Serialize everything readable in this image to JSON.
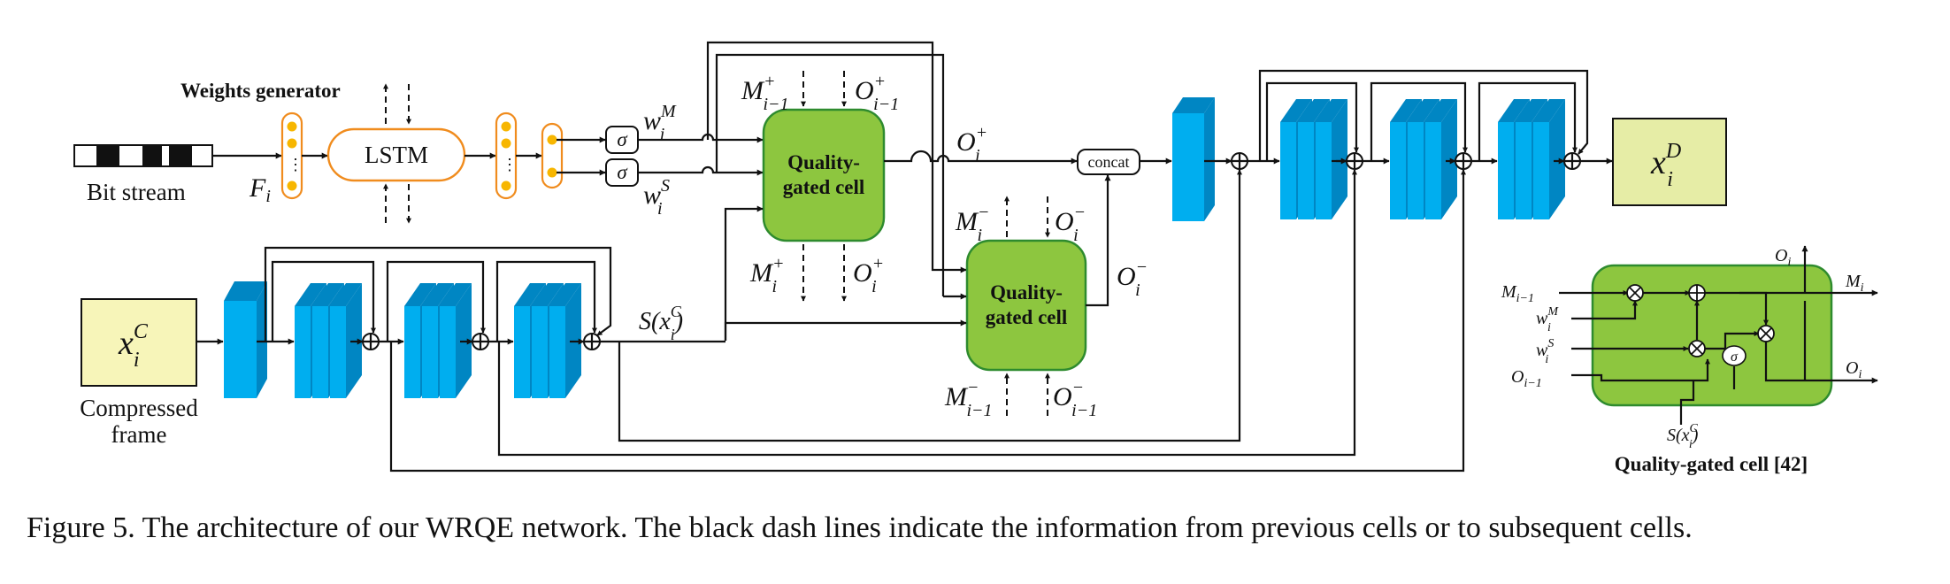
{
  "labels": {
    "weights_generator": "Weights generator",
    "lstm": "LSTM",
    "bit_stream": "Bit stream",
    "f_i": "F",
    "f_i_sub": "i",
    "sigma": "σ",
    "w_m": "w",
    "w_m_sub": "i",
    "w_m_sup": "M",
    "w_s": "w",
    "w_s_sub": "i",
    "w_s_sup": "S",
    "m_prev_plus": "M",
    "m_prev_plus_sup": "+",
    "m_prev_plus_sub": "i−1",
    "o_prev_plus": "O",
    "o_prev_plus_sup": "+",
    "o_prev_plus_sub": "i−1",
    "m_plus": "M",
    "m_plus_sup": "+",
    "m_plus_sub": "i",
    "o_plus_out": "O",
    "o_plus_out_sup": "+",
    "o_plus_out_sub": "i",
    "o_plus": "O",
    "o_plus_sup": "+",
    "o_plus_sub": "i",
    "qgc_line1": "Quality-",
    "qgc_line2": "gated cell",
    "m_minus": "M",
    "m_minus_sup": "−",
    "m_minus_sub": "i",
    "o_minus": "O",
    "o_minus_sup": "−",
    "o_minus_sub": "i",
    "o_minus_out": "O",
    "o_minus_out_sup": "−",
    "o_minus_out_sub": "i",
    "m_prev_minus": "M",
    "m_prev_minus_sup": "−",
    "m_prev_minus_sub": "i−1",
    "o_prev_minus": "O",
    "o_prev_minus_sup": "−",
    "o_prev_minus_sub": "i−1",
    "concat": "concat",
    "xd": "x",
    "xd_sup": "D",
    "xd_sub": "i",
    "xc": "x",
    "xc_sup": "C",
    "xc_sub": "i",
    "compressed_line1": "Compressed",
    "compressed_line2": "frame",
    "s_xc": "S(x",
    "s_xc_sup": "C",
    "s_xc_sub": "i",
    "s_xc_close": ")",
    "inset_o_i": "O",
    "inset_o_i_sub": "i",
    "inset_m_prev": "M",
    "inset_m_prev_sub": "i−1",
    "inset_w_m": "w",
    "inset_w_m_sup": "M",
    "inset_w_m_sub": "i",
    "inset_w_s": "w",
    "inset_w_s_sup": "S",
    "inset_w_s_sub": "i",
    "inset_o_prev": "O",
    "inset_o_prev_sub": "i−1",
    "inset_m_i": "M",
    "inset_m_i_sub": "i",
    "inset_o_i_out": "O",
    "inset_o_i_out_sub": "i",
    "inset_s_xc": "S(x",
    "inset_s_xc_sup": "C",
    "inset_s_xc_sub": "i",
    "inset_s_xc_close": ")",
    "inset_title": "Quality-gated cell [42]"
  },
  "caption": "Figure 5. The architecture of our WRQE network. The black dash lines indicate the information from previous cells or to subsequent cells.",
  "colors": {
    "qgc_fill": "#8dc63f",
    "qgc_stroke": "#2e8b2e",
    "conv_front": "#00aeef",
    "conv_side": "#0086c3",
    "frame_fill": "#f7f5b9",
    "xd_fill": "#e6eda6",
    "lstm_stroke": "#f08c1e",
    "dot": "#f7b600"
  }
}
